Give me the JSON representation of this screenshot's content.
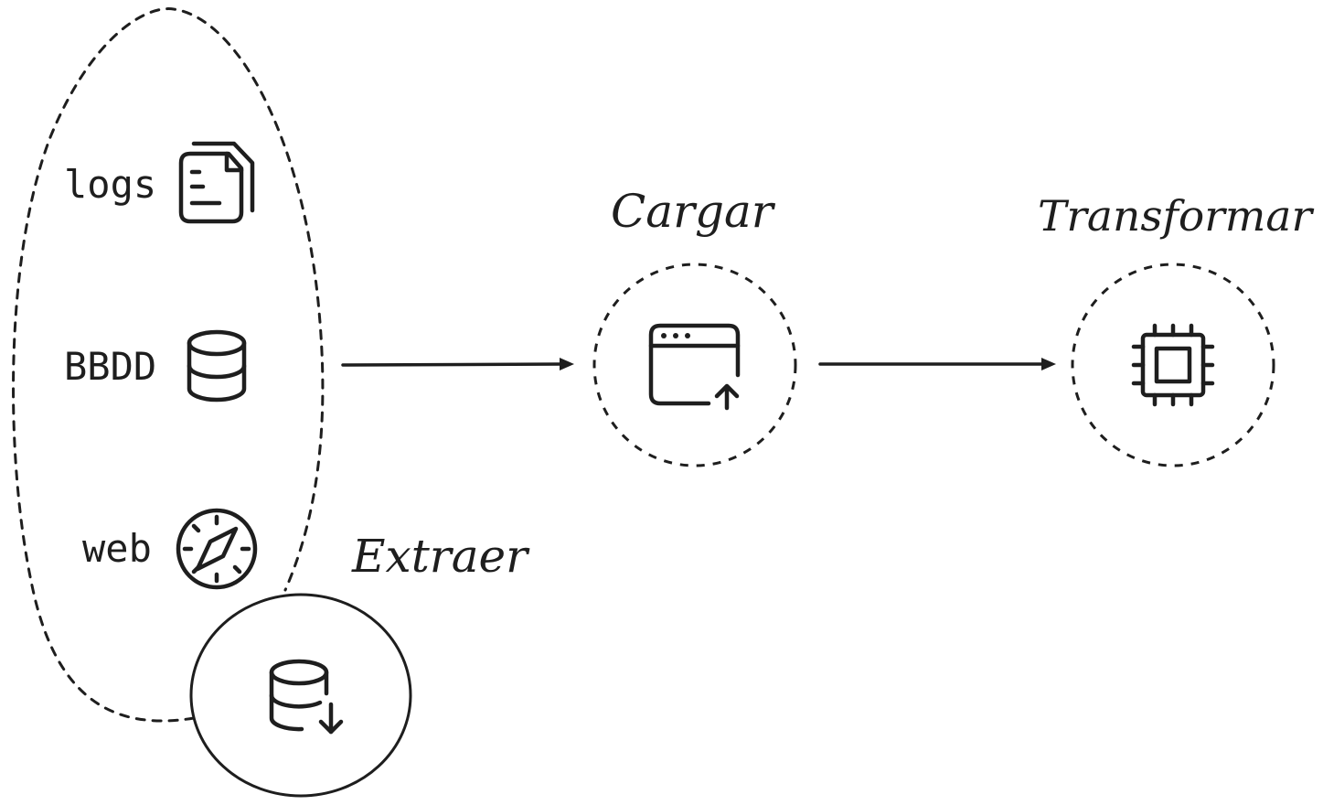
{
  "sources": {
    "logs_label": "logs",
    "bbdd_label": "BBDD",
    "web_label": "web",
    "logs_icon": "documents-icon",
    "bbdd_icon": "database-icon",
    "web_icon": "compass-icon"
  },
  "steps": {
    "extract_label": "Extraer",
    "extract_icon": "database-download-icon",
    "load_label": "Cargar",
    "load_icon": "window-upload-icon",
    "transform_label": "Transformar",
    "transform_icon": "cpu-chip-icon"
  },
  "colors": {
    "stroke": "#1e1e1e",
    "background": "#ffffff"
  }
}
